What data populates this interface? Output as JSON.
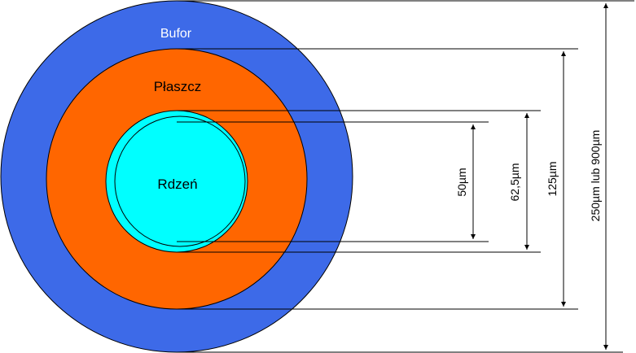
{
  "layers": {
    "buffer": {
      "label": "Bufor",
      "color": "#3d6ae8"
    },
    "cladding": {
      "label": "Płaszcz",
      "color": "#ff6600"
    },
    "core": {
      "label": "Rdzeń",
      "color": "#00ffff"
    }
  },
  "dimensions": {
    "core_50": "50µm",
    "core_62_5": "62,5µm",
    "cladding_125": "125µm",
    "buffer_250_900": "250µm lub 900µm"
  }
}
